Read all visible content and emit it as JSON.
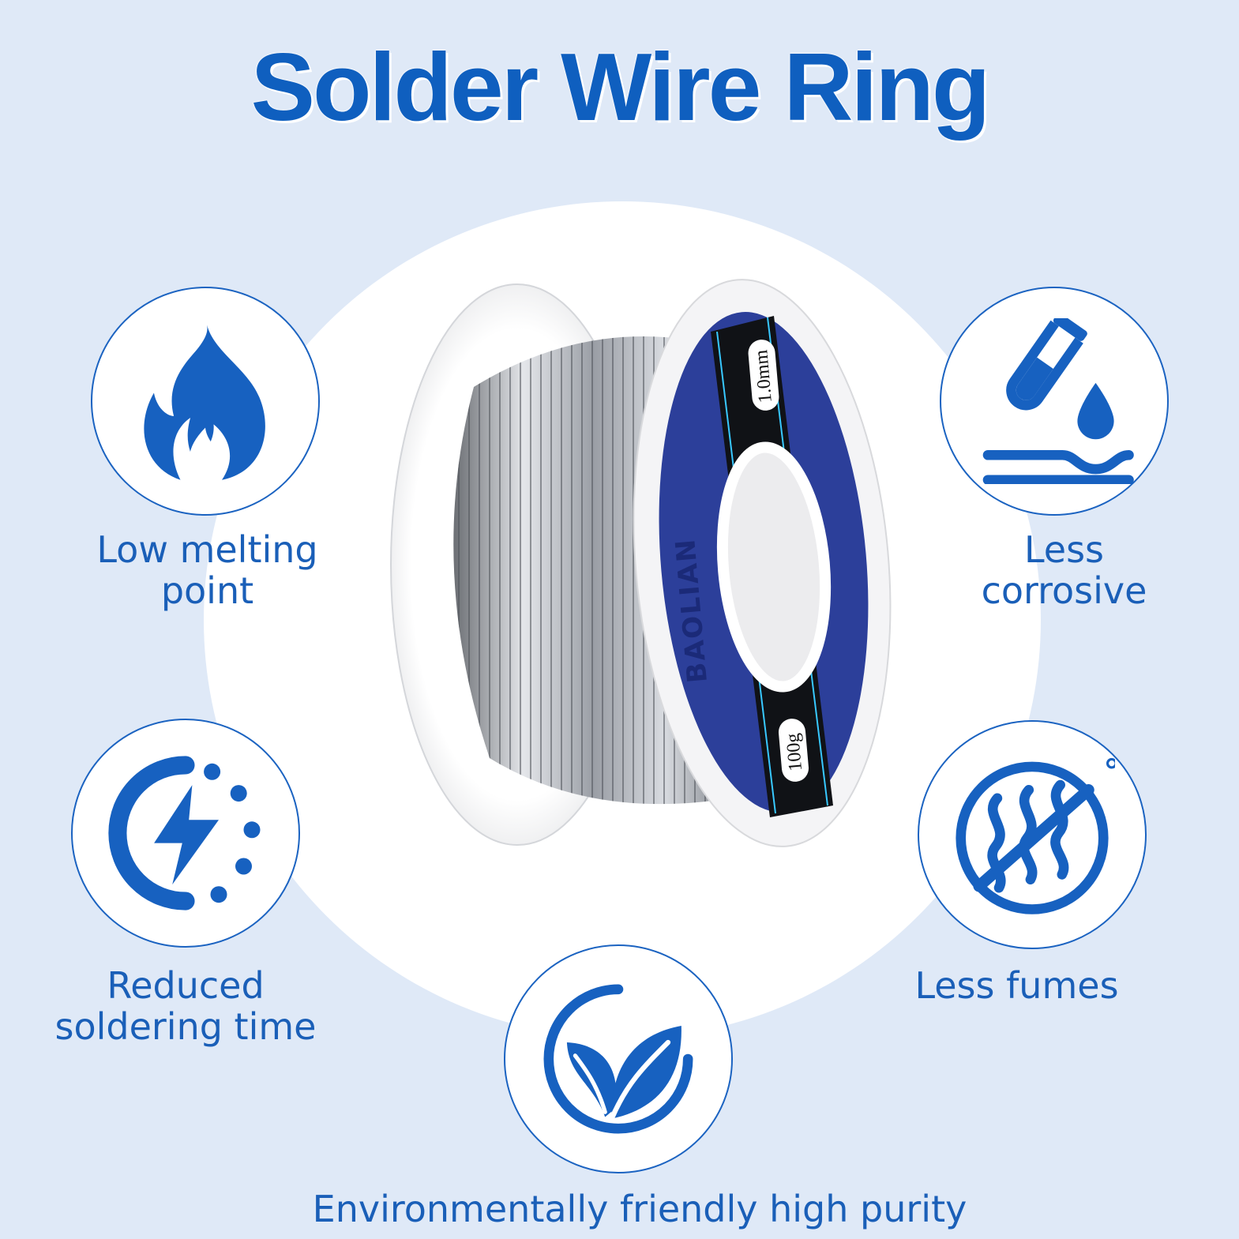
{
  "title": "Solder Wire Ring",
  "colors": {
    "brand_blue": "#0f5fbf",
    "background": "#dfe9f7",
    "spool_label": "#2c3f9a"
  },
  "spool": {
    "brand": "BAOLIAN",
    "diameter": "1.0mm",
    "weight": "100g"
  },
  "features": [
    {
      "icon": "flame-icon",
      "lines": [
        "Low melting",
        "point"
      ]
    },
    {
      "icon": "test-tube-drop-icon",
      "lines": [
        "Less",
        "corrosive"
      ]
    },
    {
      "icon": "fast-lightning-icon",
      "lines": [
        "Reduced",
        "soldering time"
      ]
    },
    {
      "icon": "no-fumes-icon",
      "lines": [
        "Less fumes"
      ]
    },
    {
      "icon": "leaf-icon",
      "lines": [
        "Environmentally friendly high purity"
      ]
    }
  ]
}
